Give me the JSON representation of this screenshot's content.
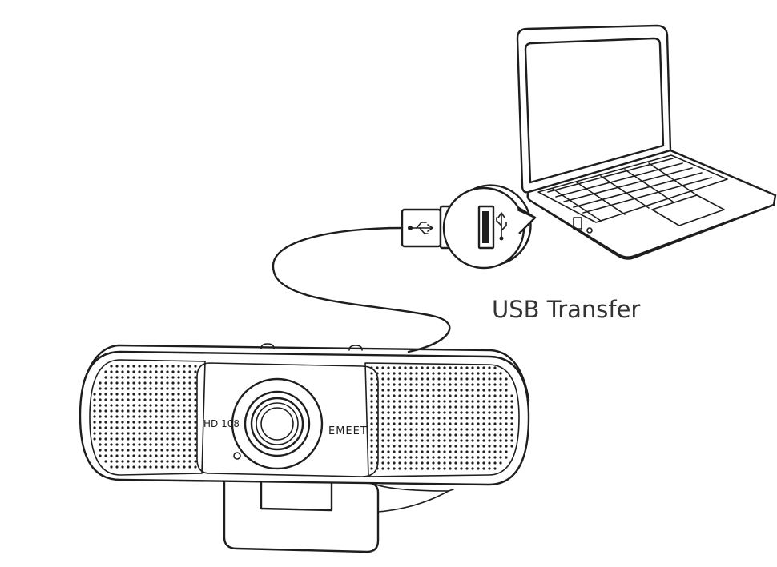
{
  "caption": "USB Transfer",
  "webcam": {
    "brand": "EMEET",
    "hd_label": "HD 108"
  }
}
